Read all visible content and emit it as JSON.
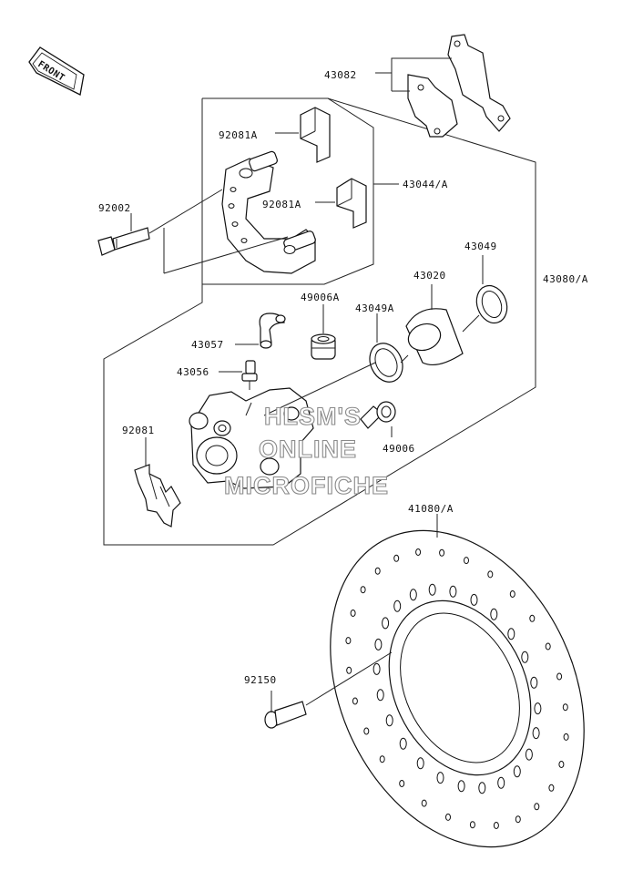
{
  "front_arrow": {
    "text": "FRONT",
    "icon": "front-direction-arrow-icon"
  },
  "labels": {
    "brake_pads": "43082",
    "pad_spring_upper": "92081A",
    "pad_spring_lower": "92081A",
    "caliper_bracket": "43044/A",
    "bolt": "92002",
    "seal_43049": "43049",
    "piston": "43020",
    "caliper_assy": "43080/A",
    "boot_49006A": "49006A",
    "seal_43049A": "43049A",
    "hose_fitting": "43057",
    "bleed_valve": "43056",
    "pad_retainer": "92081",
    "cap_49006": "49006",
    "brake_disc": "41080/A",
    "disc_bolt": "92150"
  },
  "watermark": [
    "HLSM'S",
    "ONLINE",
    "MICROFICHE"
  ]
}
